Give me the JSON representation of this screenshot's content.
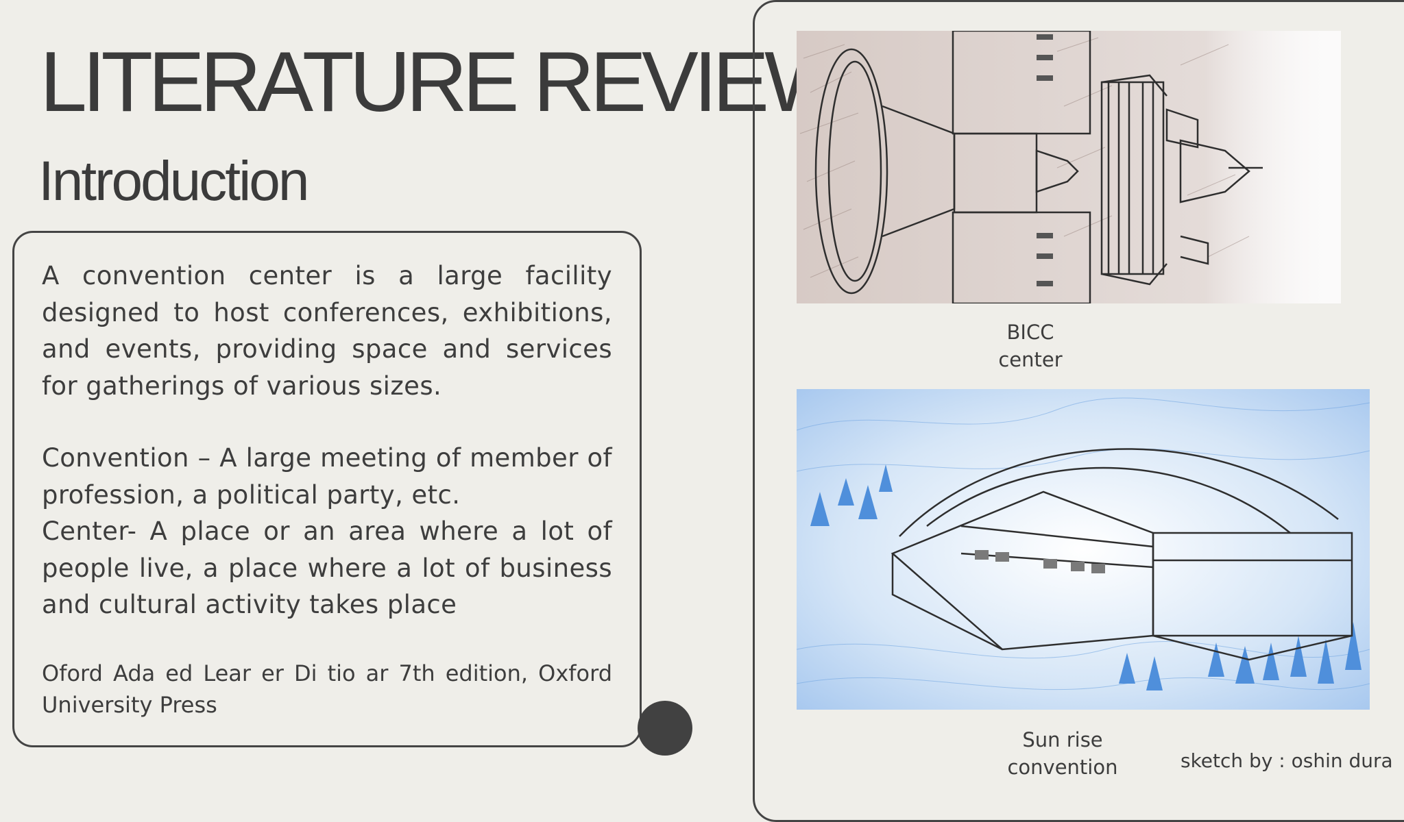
{
  "slide": {
    "title": "LITERATURE REVIEW",
    "subtitle": "Introduction"
  },
  "text_card": {
    "paragraph_1": "A convention center is a large facility designed to host conferences, exhibitions, and events, providing space and services for gatherings of various sizes.",
    "paragraph_2": "Convention – A large meeting of member of profession, a political party, etc.",
    "paragraph_3": "Center- A place or an area where a lot of people live, a place where a lot of business and cultural activity takes place",
    "reference": " Oford Ada ed Lear er Di tio ar 7th edition, Oxford University Press"
  },
  "images": {
    "sketch_1": {
      "caption_line_1": "BICC",
      "caption_line_2": "center"
    },
    "sketch_2": {
      "caption_line_1": "Sun rise",
      "caption_line_2": "convention"
    }
  },
  "credit": "sketch by : oshin dura",
  "colors": {
    "background": "#efeee9",
    "text": "#3d3d3d",
    "border": "#444444",
    "dot": "#414141"
  }
}
